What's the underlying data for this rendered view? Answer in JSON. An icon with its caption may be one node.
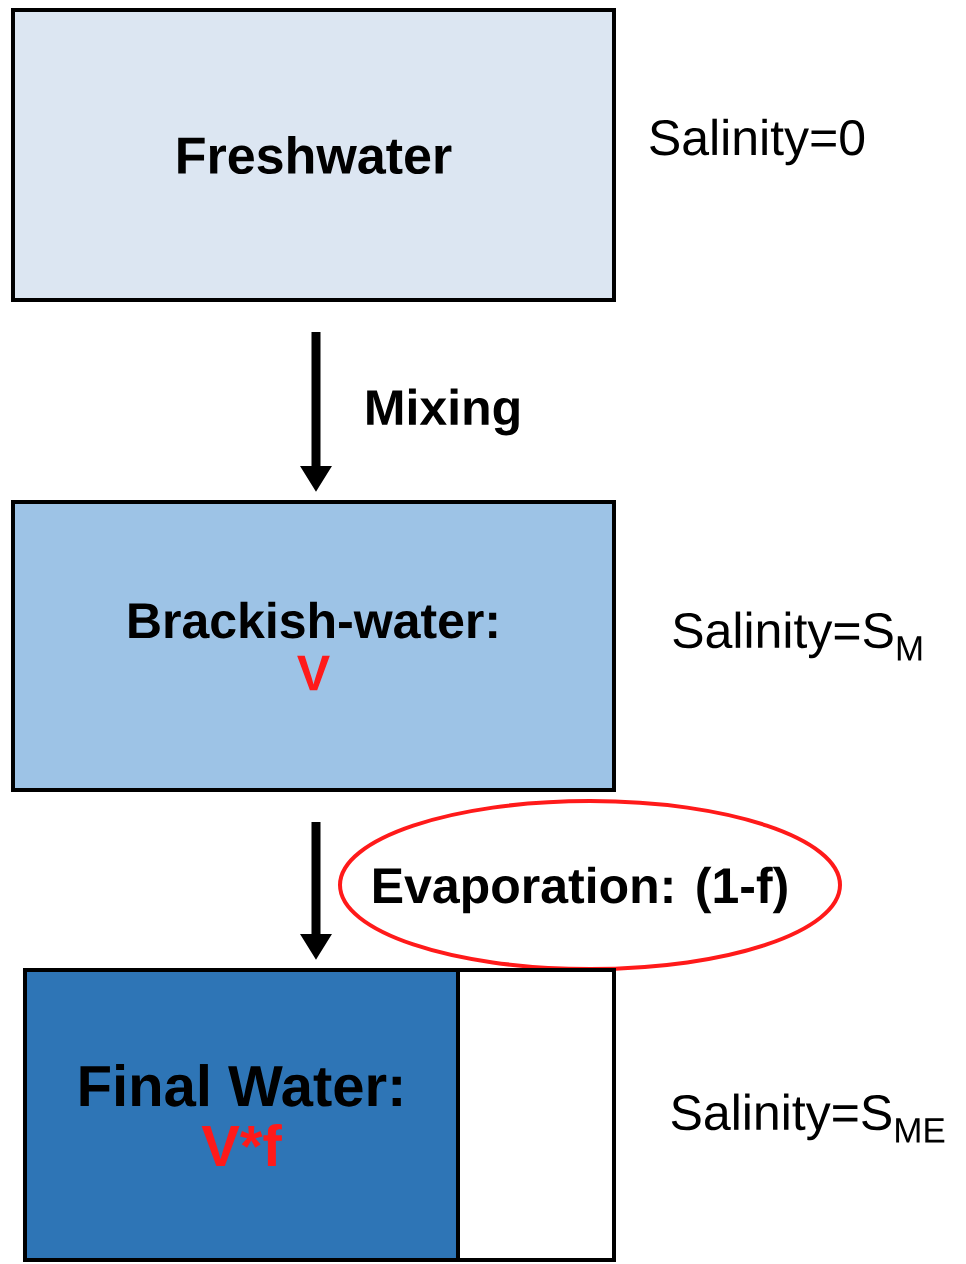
{
  "diagram": {
    "nodes": [
      {
        "text": [
          "Freshwater"
        ],
        "beside": [
          "Salinity=0"
        ]
      },
      {
        "text": [
          "Brackish-water:",
          "V"
        ],
        "beside": [
          "Salinity=S$_{M}$"
        ]
      },
      {
        "text": [
          "Final Water:",
          "V*f"
        ]
      },
      {
        "text": [],
        "shape": "box"
      }
    ],
    "labels": [
      "Salinity=S$_{ME}$"
    ],
    "edges": [
      {
        "from": 0,
        "to": 1,
        "arrow": "to",
        "label": "Mixing"
      },
      {
        "from": 1,
        "to": 2,
        "arrow": "to",
        "label": "Evaporation: (1-f)"
      }
    ]
  }
}
